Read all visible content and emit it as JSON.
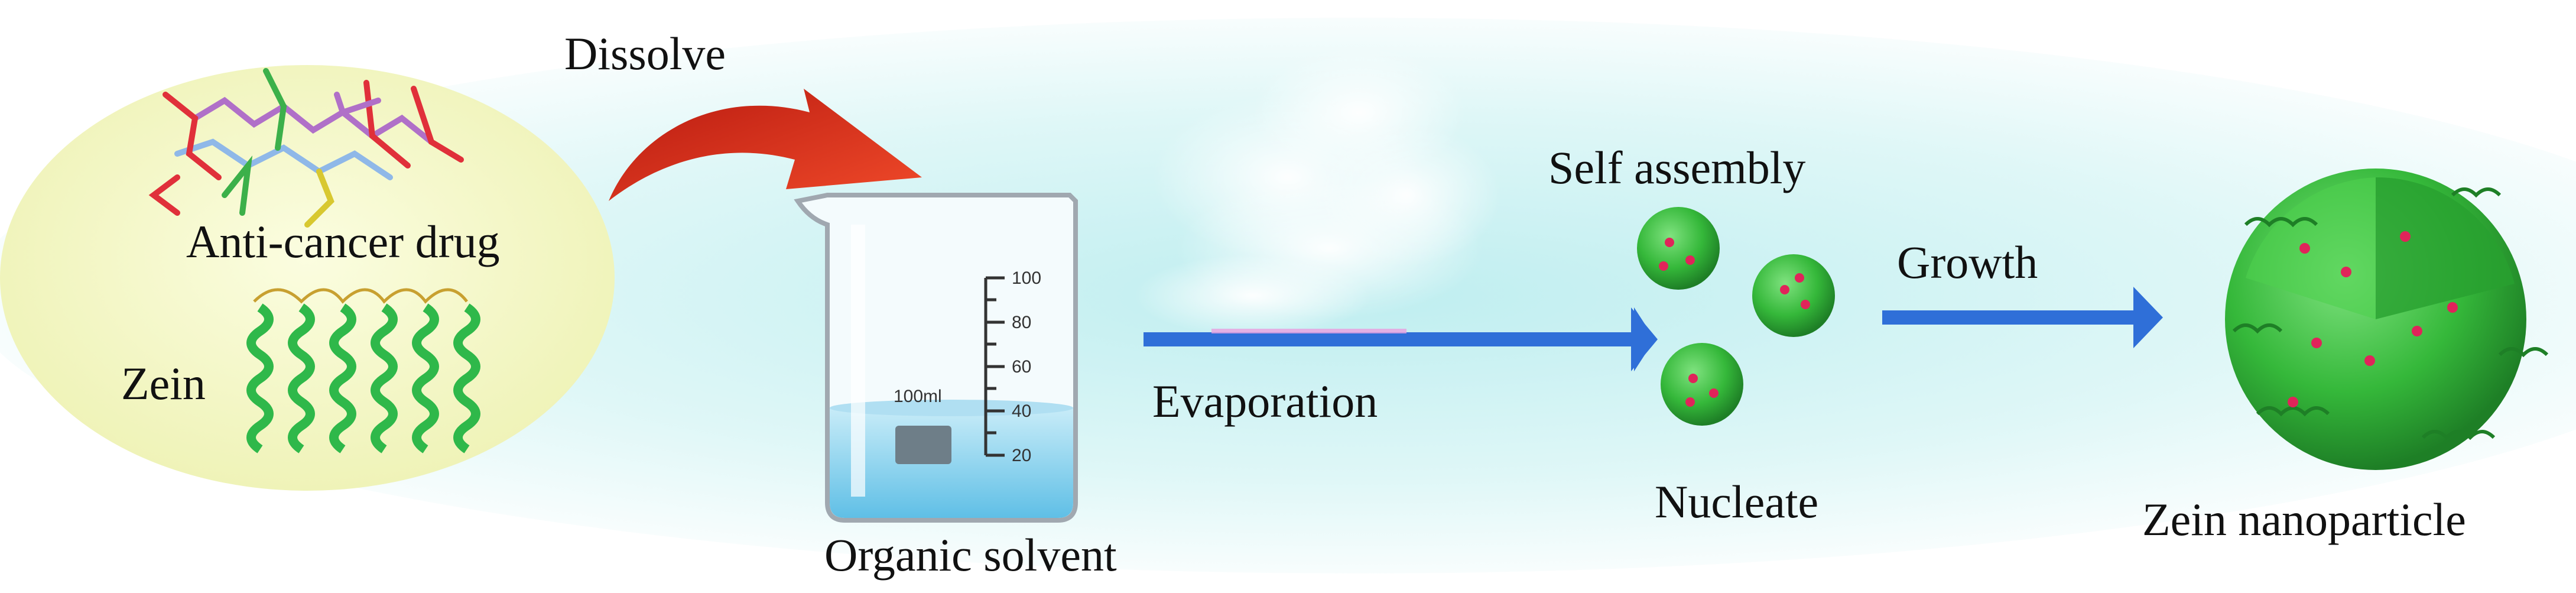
{
  "labels": {
    "dissolve": "Dissolve",
    "anti_cancer_drug": "Anti-cancer drug",
    "zein": "Zein",
    "organic_solvent": "Organic solvent",
    "evaporation": "Evaporation",
    "self_assembly": "Self assembly",
    "nucleate": "Nucleate",
    "growth": "Growth",
    "zein_nanoparticle": "Zein nanoparticle"
  },
  "beaker": {
    "scale_marks": [
      "100",
      "80",
      "60",
      "40",
      "20"
    ],
    "volume_label": "100ml"
  },
  "colors": {
    "background_glow": "#bfeef0",
    "ellipse_fill": "#f2f5c4",
    "arrow_red": "#e0301e",
    "arrow_blue": "#2f6fd8",
    "liquid": "#8fd3ee",
    "particle_green": "#3cc23c",
    "particle_dots": "#e0245a",
    "helix_green": "#2fb84a"
  }
}
